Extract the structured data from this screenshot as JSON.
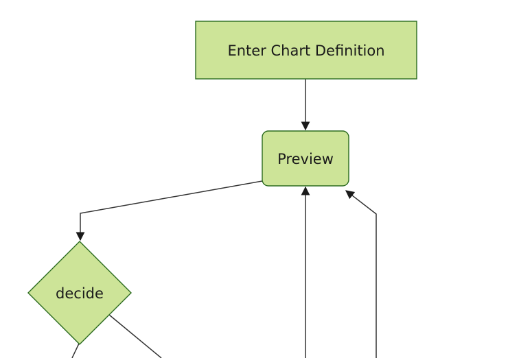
{
  "diagram": {
    "kind": "flowchart",
    "nodes": [
      {
        "id": "enter-chart-definition",
        "label": "Enter Chart Definition",
        "shape": "rectangle"
      },
      {
        "id": "preview",
        "label": "Preview",
        "shape": "rounded-rectangle"
      },
      {
        "id": "decide",
        "label": "decide",
        "shape": "diamond"
      }
    ],
    "edges": [
      {
        "name": "enter-to-preview",
        "from": "enter-chart-definition",
        "to": "preview",
        "arrowhead": true
      },
      {
        "name": "preview-to-decide",
        "from": "preview",
        "to": "decide",
        "arrowhead": true
      },
      {
        "name": "bottom-offscreen-left-to-preview",
        "from": "offscreen-bottom",
        "to": "preview",
        "arrowhead": true
      },
      {
        "name": "bottom-offscreen-right-to-preview",
        "from": "offscreen-bottom",
        "to": "preview",
        "arrowhead": true
      },
      {
        "name": "decide-to-offscreen-bottom-left",
        "from": "decide",
        "to": "offscreen-bottom",
        "arrowhead": false
      },
      {
        "name": "decide-to-offscreen-bottom-right",
        "from": "decide",
        "to": "offscreen-bottom",
        "arrowhead": false
      }
    ]
  },
  "theme": {
    "background": "#ffffff",
    "node_fill": "#cde498",
    "node_border": "#2b6b1f",
    "edge_color": "#333333",
    "arrowhead_color": "#1a1a1a",
    "text_color": "#1a1a1a"
  }
}
